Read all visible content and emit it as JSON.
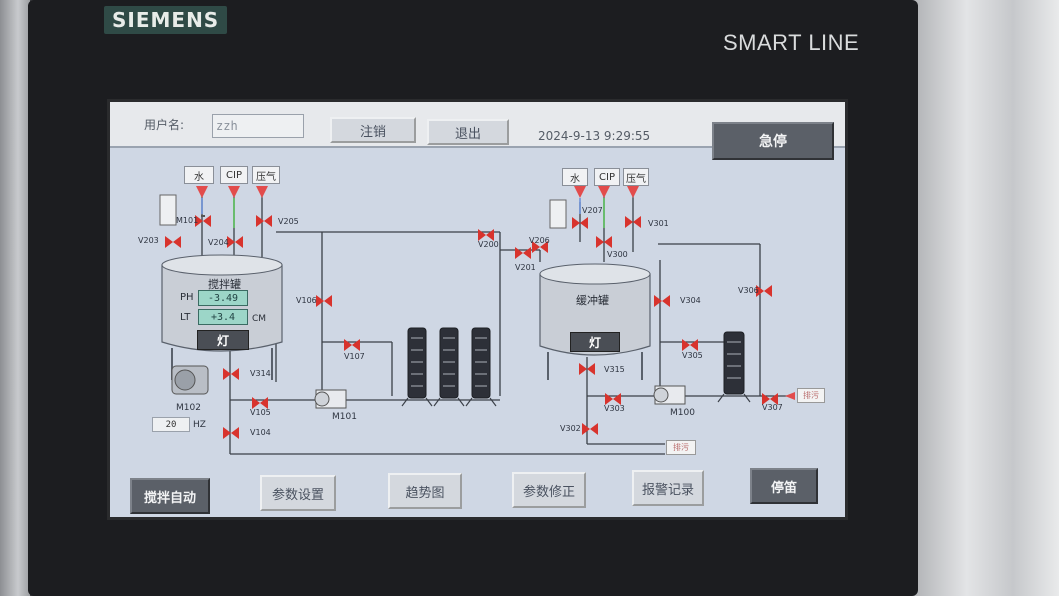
{
  "device": {
    "brand": "SIEMENS",
    "model": "SMART LINE"
  },
  "header": {
    "user_label": "用户名:",
    "user_value": "zzh",
    "logout_label": "注销",
    "exit_label": "退出",
    "datetime": "2024-9-13  9:29:55",
    "estop_label": "急停"
  },
  "left_unit": {
    "sources": [
      "水",
      "CIP",
      "压气"
    ],
    "tank_name": "搅拌罐",
    "ph_label": "PH",
    "ph_value": "-3.49",
    "lt_label": "LT",
    "lt_value": "+3.4",
    "lt_unit": "CM",
    "lamp_label": "灯",
    "motor_label": "M102",
    "freq_value": "20",
    "freq_unit": "HZ",
    "pump_label": "M101",
    "valves": [
      "M101",
      "V203",
      "V204",
      "V205",
      "V106",
      "V107",
      "V314",
      "V105",
      "V104"
    ]
  },
  "right_unit": {
    "sources": [
      "水",
      "CIP",
      "压气"
    ],
    "tank_name": "缓冲罐",
    "lamp_label": "灯",
    "pump_label": "M100",
    "valves": [
      "V207",
      "V206",
      "V300",
      "V301",
      "V200",
      "V201",
      "V304",
      "V306",
      "V305",
      "V315",
      "V303",
      "V302",
      "V307"
    ]
  },
  "drain_labels": [
    "排污",
    "排污"
  ],
  "nav": {
    "mix_auto": "搅拌自动",
    "param_setting": "参数设置",
    "trend": "趋势图",
    "param_correct": "参数修正",
    "alarm_log": "报警记录",
    "stop": "停笛"
  },
  "colors": {
    "screen_bg": "#cfd7e4",
    "valve_red": "#d8332d",
    "arrow_red": "#e24c4c",
    "readout_green": "#9cd6c8",
    "dark_button": "#5b6068"
  }
}
